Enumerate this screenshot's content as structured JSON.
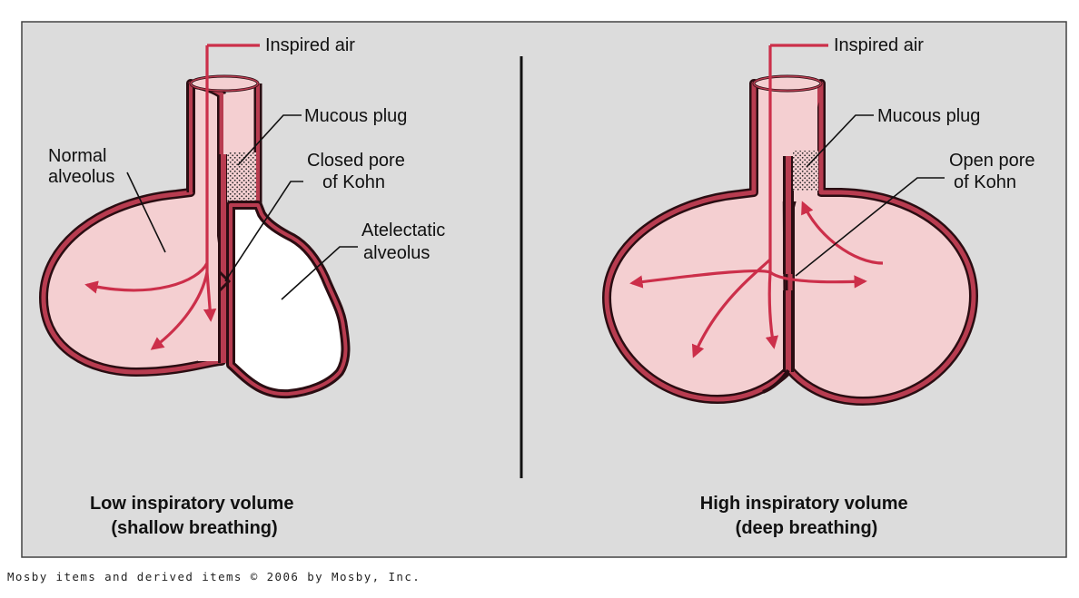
{
  "colors": {
    "panel_bg": "#dcdcdc",
    "tissue_fill": "#f4cfd1",
    "tissue_wall": "#b83c50",
    "wall_outline": "#2a0d12",
    "air_arrow": "#cc2f4a",
    "mucus": "#2b2b2b",
    "divider": "#111111"
  },
  "left_panel": {
    "inspired_air": "Inspired air",
    "mucous_plug": "Mucous plug",
    "normal_alveolus": [
      "Normal",
      "alveolus"
    ],
    "closed_pore": [
      "Closed pore",
      "of Kohn"
    ],
    "atelectatic_alveolus": [
      "Atelectatic",
      "alveolus"
    ],
    "caption": [
      "Low inspiratory volume",
      "(shallow breathing)"
    ]
  },
  "right_panel": {
    "inspired_air": "Inspired air",
    "mucous_plug": "Mucous plug",
    "open_pore": [
      "Open pore",
      "of Kohn"
    ],
    "caption": [
      "High inspiratory volume",
      "(deep breathing)"
    ]
  },
  "credit": "Mosby items and derived items © 2006 by Mosby, Inc."
}
